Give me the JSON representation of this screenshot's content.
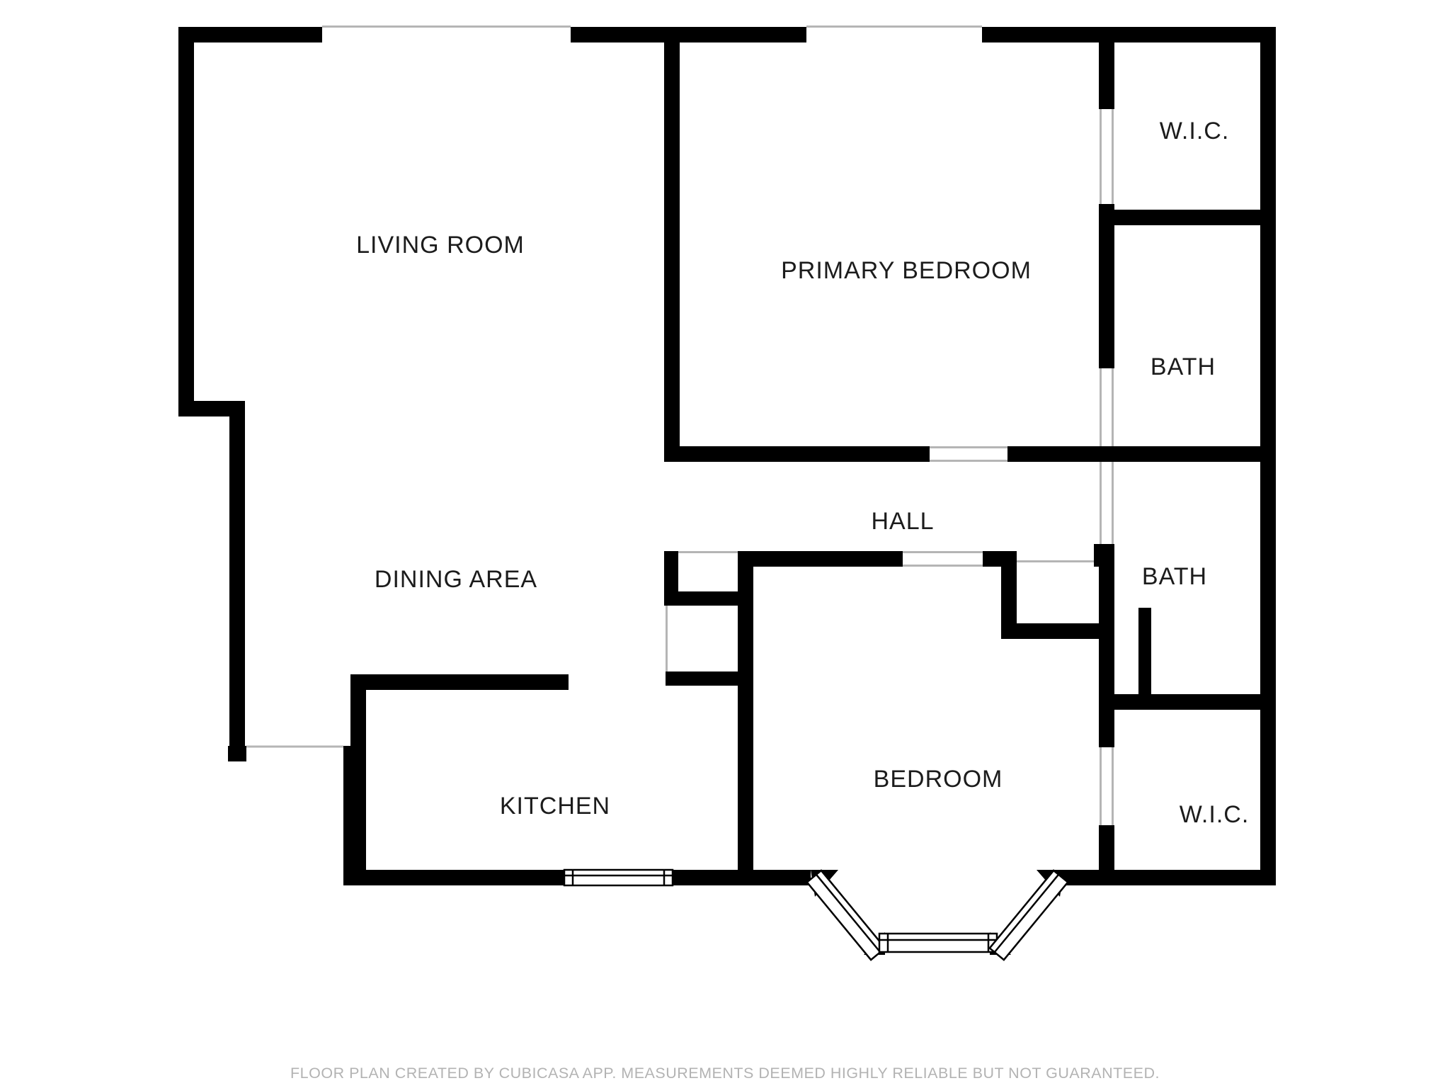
{
  "meta": {
    "type": "floor-plan",
    "background": "#ffffff"
  },
  "colors": {
    "wall": "#000000",
    "opening_line": "#b5b5b5",
    "room_label": "#1c1c1c",
    "footer_text": "#b3b3b3",
    "window_fill": "#ffffff"
  },
  "rooms": [
    {
      "id": "living-room",
      "label": "LIVING ROOM"
    },
    {
      "id": "primary-bedroom",
      "label": "PRIMARY BEDROOM"
    },
    {
      "id": "wic-top",
      "label": "W.I.C."
    },
    {
      "id": "bath-top",
      "label": "BATH"
    },
    {
      "id": "hall",
      "label": "HALL"
    },
    {
      "id": "dining-area",
      "label": "DINING AREA"
    },
    {
      "id": "bath-lower",
      "label": "BATH"
    },
    {
      "id": "kitchen",
      "label": "KITCHEN"
    },
    {
      "id": "bedroom",
      "label": "BEDROOM"
    },
    {
      "id": "wic-lower",
      "label": "W.I.C."
    }
  ],
  "footer": {
    "text": "FLOOR PLAN CREATED BY CUBICASA APP. MEASUREMENTS DEEMED HIGHLY RELIABLE BUT NOT GUARANTEED."
  }
}
